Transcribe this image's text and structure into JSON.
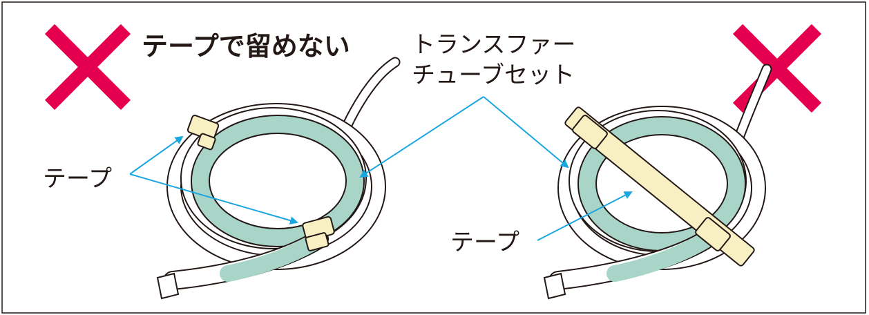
{
  "title": "テープで留めない",
  "labels": {
    "tube_set_line1": "トランスファー",
    "tube_set_line2": "チューブセット",
    "tape_left": "テープ",
    "tape_right": "テープ"
  },
  "colors": {
    "cross": "#e5004f",
    "tube": "#a8d5c8",
    "tape": "#f8efc3",
    "arrow": "#1ba6e0",
    "outline": "#231815"
  }
}
